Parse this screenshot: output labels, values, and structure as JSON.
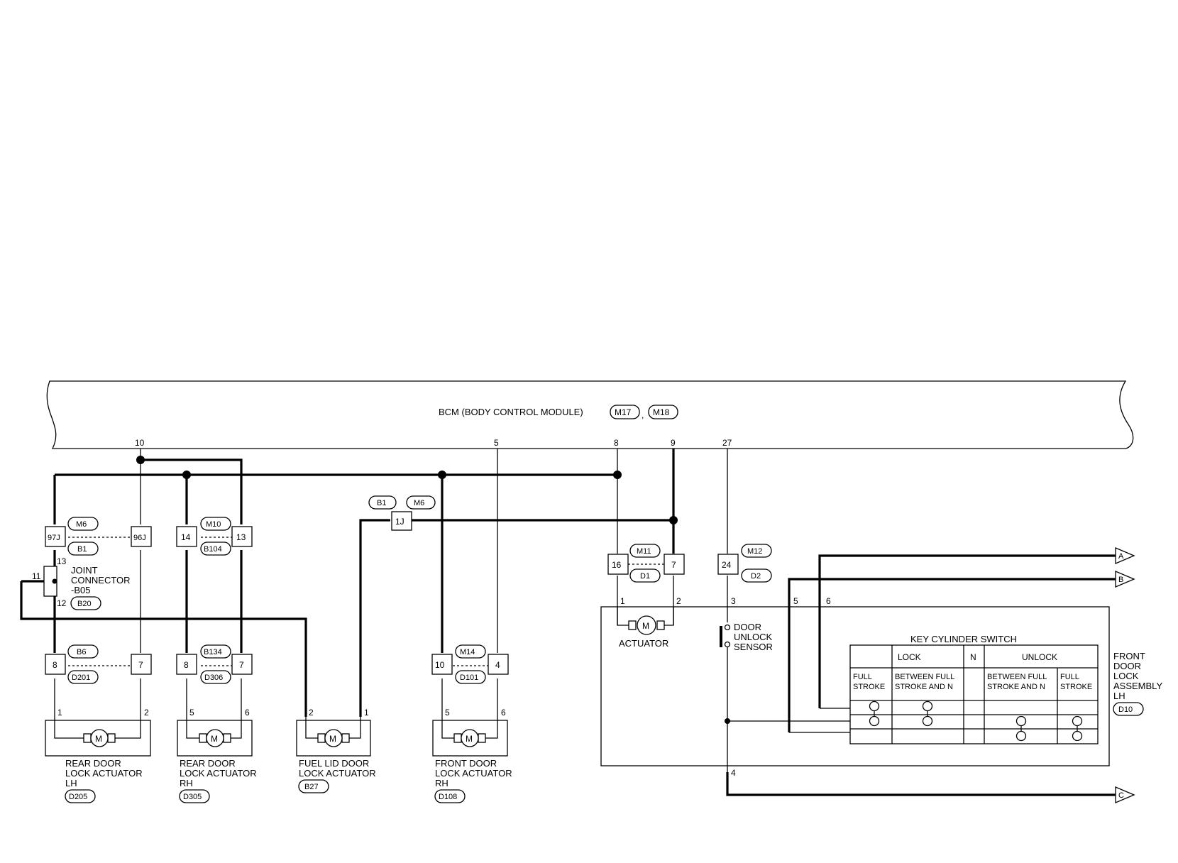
{
  "bcm": {
    "title": "BCM (BODY CONTROL MODULE)",
    "conn1": "M17",
    "conn2": "M18",
    "sep": ","
  },
  "bcm_pins": {
    "p10": "10",
    "p5": "5",
    "p8": "8",
    "p9": "9",
    "p27": "27"
  },
  "conn": {
    "m6": "M6",
    "b1": "B1",
    "m10": "M10",
    "b104": "B104",
    "b1b": "B1",
    "m6b": "M6",
    "m11": "M11",
    "d1": "D1",
    "m12": "M12",
    "d2": "D2",
    "b20": "B20",
    "b6": "B6",
    "d201": "D201",
    "b134": "B134",
    "d306": "D306",
    "m14": "M14",
    "d101": "D101"
  },
  "terminals": {
    "t97j": "97J",
    "t96j": "96J",
    "t14": "14",
    "t13": "13",
    "t1j": "1J",
    "t16": "16",
    "t7a": "7",
    "t24": "24",
    "t8a": "8",
    "t7b": "7",
    "t8b": "8",
    "t7c": "7",
    "t10": "10",
    "t4": "4"
  },
  "joint": {
    "l1": "JOINT",
    "l2": "CONNECTOR",
    "l3": "-B05",
    "p13": "13",
    "p11": "11",
    "p12": "12"
  },
  "actuators": [
    {
      "l1": "REAR DOOR",
      "l2": "LOCK ACTUATOR",
      "l3": "LH",
      "conn": "D205",
      "pa": "1",
      "pb": "2"
    },
    {
      "l1": "REAR DOOR",
      "l2": "LOCK ACTUATOR",
      "l3": "RH",
      "conn": "D305",
      "pa": "5",
      "pb": "6"
    },
    {
      "l1": "FUEL LID DOOR",
      "l2": "LOCK ACTUATOR",
      "l3": "",
      "conn": "B27",
      "pa": "2",
      "pb": "1"
    },
    {
      "l1": "FRONT DOOR",
      "l2": "LOCK ACTUATOR",
      "l3": "RH",
      "conn": "D108",
      "pa": "5",
      "pb": "6"
    }
  ],
  "motor_symbol": "M",
  "front_assembly": {
    "l1": "FRONT",
    "l2": "DOOR",
    "l3": "LOCK",
    "l4": "ASSEMBLY",
    "l5": "LH",
    "conn": "D10",
    "actuator": "ACTUATOR",
    "p1": "1",
    "p2": "2",
    "p3": "3",
    "p4": "4",
    "p5": "5",
    "p6": "6",
    "sensor1": "DOOR",
    "sensor2": "UNLOCK",
    "sensor3": "SENSOR"
  },
  "key_switch": {
    "title": "KEY CYLINDER SWITCH",
    "lock": "LOCK",
    "n": "N",
    "unlock": "UNLOCK",
    "c1a": "FULL",
    "c1b": "STROKE",
    "c2a": "BETWEEN FULL",
    "c2b": "STROKE AND N",
    "c3a": "BETWEEN FULL",
    "c3b": "STROKE AND N",
    "c4a": "FULL",
    "c4b": "STROKE"
  },
  "outputs": {
    "a": "A",
    "b": "B",
    "c": "C"
  }
}
